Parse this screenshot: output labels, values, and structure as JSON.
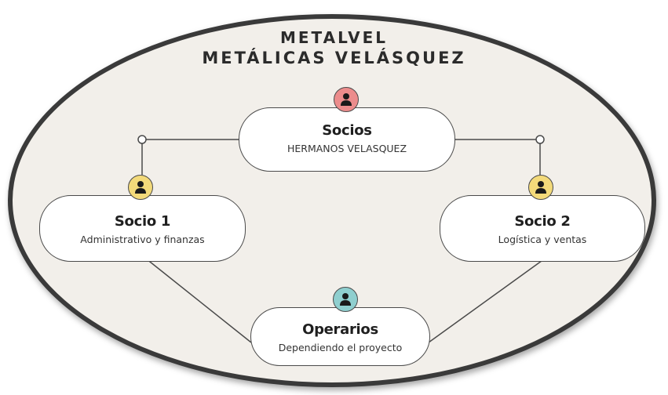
{
  "title": {
    "line1": "METALVEL",
    "line2": "METÁLICAS VELÁSQUEZ"
  },
  "nodes": {
    "socios": {
      "name": "Socios",
      "role": "HERMANOS VELASQUEZ",
      "avatar_color": "#ec8c8c"
    },
    "socio1": {
      "name": "Socio 1",
      "role": "Administrativo y finanzas",
      "avatar_color": "#f3da7a"
    },
    "socio2": {
      "name": "Socio 2",
      "role": "Logística y ventas",
      "avatar_color": "#f3da7a"
    },
    "operarios": {
      "name": "Operarios",
      "role": "Dependiendo el proyecto",
      "avatar_color": "#8fcfcf"
    }
  },
  "icons": {
    "avatar": "person-icon"
  },
  "colors": {
    "background": "#f2efea",
    "border": "#3a3a3a",
    "node_fill": "#ffffff"
  }
}
